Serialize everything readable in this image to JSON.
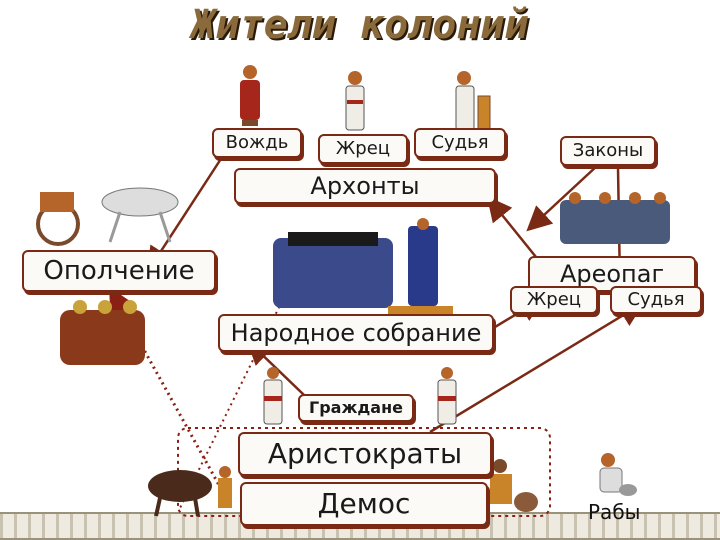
{
  "title": "Жители колоний",
  "nodes": {
    "vozhd": "Вождь",
    "zhrec": "Жрец",
    "sudya": "Судья",
    "zakony": "Законы",
    "arkhonty": "Архонты",
    "opolchenie": "Ополчение",
    "areopag": "Ареопаг",
    "areopag_zhrec": "Жрец",
    "areopag_sudya": "Судья",
    "narodnoe_sobranie": "Народное собрание",
    "grazhdane": "Граждане",
    "aristokraty": "Аристократы",
    "demos": "Демос",
    "raby": "Рабы"
  },
  "colors": {
    "arrow": "#7a2a14",
    "dotted": "#8a1f14",
    "box_border": "#7a2a14"
  }
}
